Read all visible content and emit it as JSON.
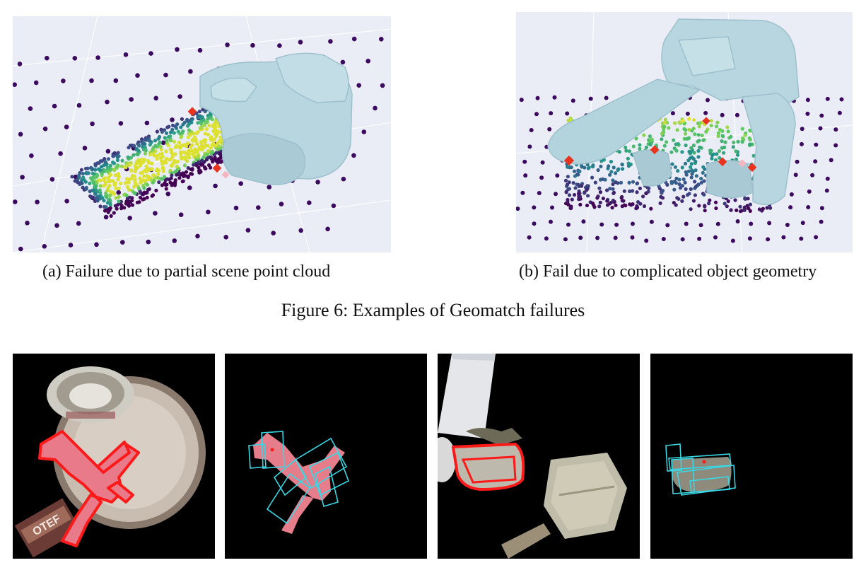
{
  "figure6": {
    "caption": "Figure 6: Examples of Geomatch failures",
    "subfigures": [
      {
        "caption": "(a) Failure due to partial scene point cloud"
      },
      {
        "caption": "(b) Fail due to complicated object geometry"
      }
    ]
  },
  "colors": {
    "background_3d": "#eaedf6",
    "scene_points": "#3b0a5e",
    "hand": "#b7d6e0",
    "contact_marker": "#e8341f",
    "mask_outline": "#ff1a1a",
    "box_outline": "#38d9e6",
    "image_background": "#000000"
  },
  "icons": [
    "point-cloud",
    "robot-hand",
    "airplane-toy",
    "bowl",
    "tray",
    "snack-box",
    "bag",
    "cart-toy"
  ],
  "package_label": "OTEF"
}
